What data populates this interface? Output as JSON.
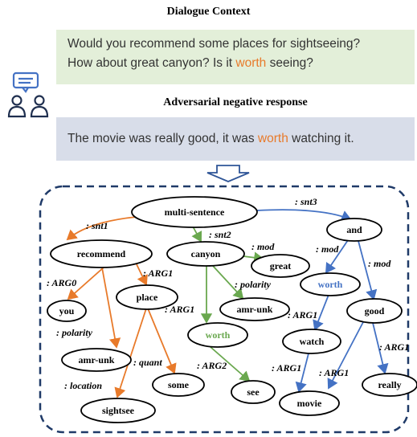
{
  "context_heading": "Dialogue Context",
  "context": {
    "line1": "Would you recommend some places for sightseeing?",
    "line2_before": "How about great canyon? Is it ",
    "line2_highlight": "worth",
    "line2_after": " seeing?"
  },
  "response_heading": "Adversarial negative response",
  "response": {
    "before": "The movie was really good, it was ",
    "highlight": "worth",
    "after": " watching it."
  },
  "colors": {
    "context_bg": "#e3efd9",
    "response_bg": "#d8dde9",
    "orange": "#e87a2a",
    "green": "#6aa84f",
    "blue": "#4472c4",
    "frame": "#1f3a68"
  },
  "icon": "dialogue-people-icon",
  "graph": {
    "nodes": [
      {
        "id": "multi-sentence",
        "label": "multi-sentence"
      },
      {
        "id": "recommend",
        "label": "recommend"
      },
      {
        "id": "canyon",
        "label": "canyon"
      },
      {
        "id": "and",
        "label": "and"
      },
      {
        "id": "you",
        "label": "you"
      },
      {
        "id": "place",
        "label": "place"
      },
      {
        "id": "great",
        "label": "great"
      },
      {
        "id": "amr-unk-1",
        "label": "amr-unk"
      },
      {
        "id": "amr-unk-2",
        "label": "amr-unk"
      },
      {
        "id": "worth-g",
        "label": "worth",
        "color": "green"
      },
      {
        "id": "worth-b",
        "label": "worth",
        "color": "blue"
      },
      {
        "id": "good",
        "label": "good"
      },
      {
        "id": "watch",
        "label": "watch"
      },
      {
        "id": "some",
        "label": "some"
      },
      {
        "id": "see",
        "label": "see"
      },
      {
        "id": "really",
        "label": "really"
      },
      {
        "id": "movie",
        "label": "movie"
      },
      {
        "id": "sightsee",
        "label": "sightsee"
      }
    ],
    "edges": [
      {
        "id": "e-snt1",
        "label": ": snt1"
      },
      {
        "id": "e-snt2",
        "label": ": snt2"
      },
      {
        "id": "e-snt3",
        "label": ": snt3"
      },
      {
        "id": "e-arg0",
        "label": ": ARG0"
      },
      {
        "id": "e-polarity1",
        "label": ": polarity"
      },
      {
        "id": "e-arg1-place",
        "label": ": ARG1"
      },
      {
        "id": "e-location",
        "label": ": location"
      },
      {
        "id": "e-quant",
        "label": ": quant"
      },
      {
        "id": "e-mod-great",
        "label": ": mod"
      },
      {
        "id": "e-polarity2",
        "label": ": polarity"
      },
      {
        "id": "e-arg1-worth",
        "label": ": ARG1"
      },
      {
        "id": "e-arg2",
        "label": ": ARG2"
      },
      {
        "id": "e-mod-worth",
        "label": ": mod"
      },
      {
        "id": "e-mod-good",
        "label": ": mod"
      },
      {
        "id": "e-arg1-watch",
        "label": ": ARG1"
      },
      {
        "id": "e-arg1-really",
        "label": ": ARG1"
      },
      {
        "id": "e-arg1-movie-watch",
        "label": ": ARG1"
      },
      {
        "id": "e-arg1-movie-good",
        "label": ": ARG1"
      }
    ]
  }
}
